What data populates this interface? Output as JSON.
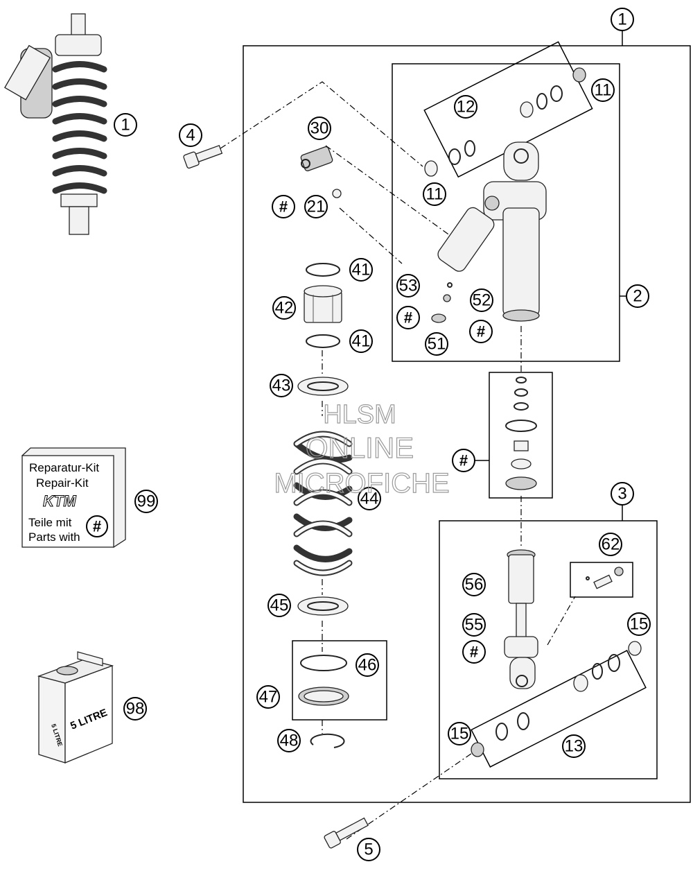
{
  "callouts": {
    "c1_top": "1",
    "c1_left": "1",
    "c2": "2",
    "c3": "3",
    "c4": "4",
    "c5": "5",
    "c11_a": "11",
    "c11_b": "11",
    "c12": "12",
    "c13": "13",
    "c15_a": "15",
    "c15_b": "15",
    "c21": "21",
    "c30": "30",
    "c41_a": "41",
    "c41_b": "41",
    "c42": "42",
    "c43": "43",
    "c44": "44",
    "c45": "45",
    "c46": "46",
    "c47": "47",
    "c48": "48",
    "c51": "51",
    "c52": "52",
    "c53": "53",
    "c55": "55",
    "c56": "56",
    "c62": "62",
    "c98": "98",
    "c99": "99"
  },
  "hash_marks": {
    "h21": "#",
    "h53": "#",
    "h51": "#",
    "h_valve": "#",
    "h55": "#",
    "h_kit": "#"
  },
  "repair_kit": {
    "line1": "Reparatur-Kit",
    "line2": "Repair-Kit",
    "brand": "KTM",
    "line3": "Teile mit",
    "line4": "Parts with"
  },
  "oil_can": {
    "label_side": "5 LITRE",
    "label_front": "5 LITRE"
  },
  "watermark": {
    "line1": "HLSM",
    "line2": "ONLINE",
    "line3": "MICROFICHE"
  }
}
